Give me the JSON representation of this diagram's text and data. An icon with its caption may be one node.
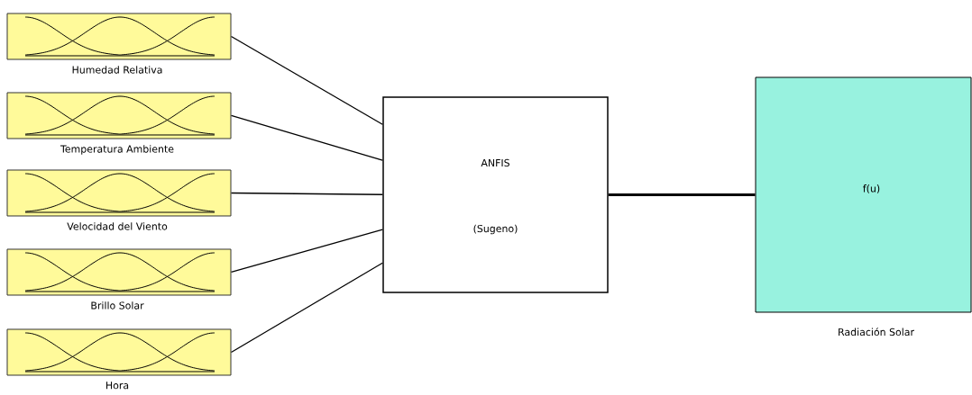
{
  "diagram": {
    "nodes": [
      {
        "text": [
          "Humedad Relativa"
        ]
      },
      {
        "text": [
          "Temperatura Ambiente"
        ]
      },
      {
        "text": [
          "Velocidad del Viento"
        ]
      },
      {
        "text": [
          "Brillo Solar"
        ]
      },
      {
        "text": [
          "Hora"
        ]
      },
      {
        "text": [
          "ANFIS",
          "(Sugeno)"
        ]
      },
      {
        "text": [
          "f(u)"
        ],
        "beside": [
          "Radiación Solar"
        ]
      }
    ],
    "edges": [
      {
        "from": 0,
        "to": 5,
        "arrow": "none"
      },
      {
        "from": 1,
        "to": 5,
        "arrow": "none"
      },
      {
        "from": 2,
        "to": 5,
        "arrow": "none"
      },
      {
        "from": 3,
        "to": 5,
        "arrow": "none"
      },
      {
        "from": 4,
        "to": 5,
        "arrow": "none"
      },
      {
        "from": 5,
        "to": 6,
        "arrow": "none",
        "style": "thick"
      }
    ]
  }
}
